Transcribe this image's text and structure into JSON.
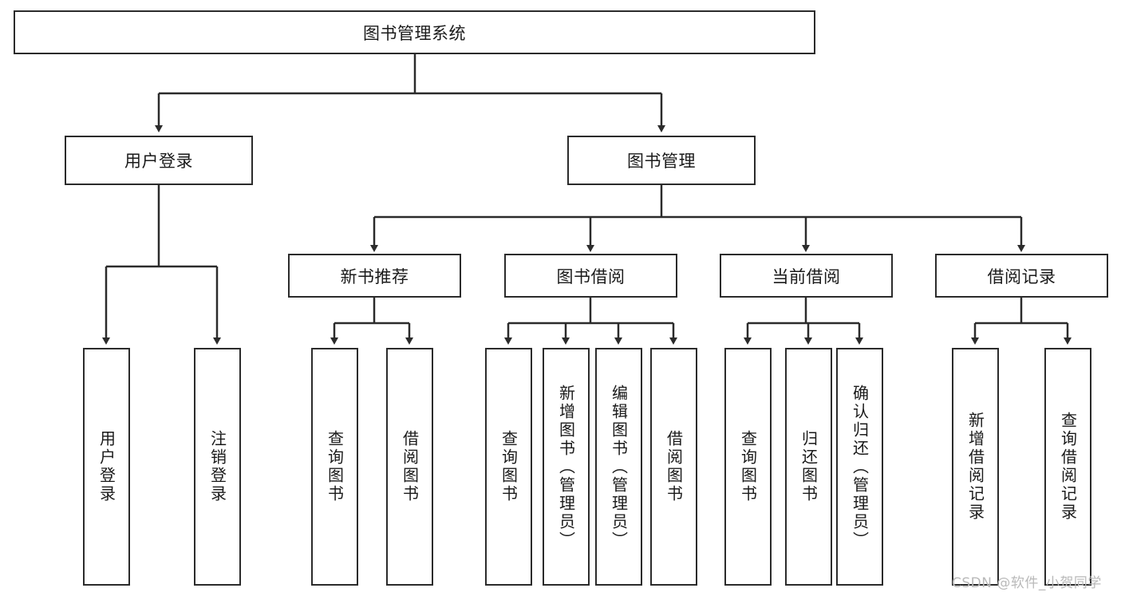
{
  "diagram": {
    "type": "tree",
    "title": "图书管理系统",
    "background_color": "#ffffff",
    "line_color": "#2b2b2b",
    "box_border_color": "#2b2b2b",
    "box_fill_color": "#ffffff",
    "text_color": "#1a1a1a",
    "root": {
      "label": "图书管理系统"
    },
    "level2": [
      {
        "label": "用户登录"
      },
      {
        "label": "图书管理"
      }
    ],
    "level3": [
      {
        "label": "新书推荐"
      },
      {
        "label": "图书借阅"
      },
      {
        "label": "当前借阅"
      },
      {
        "label": "借阅记录"
      }
    ],
    "leaves": [
      {
        "label": "用户登录",
        "parent": "用户登录"
      },
      {
        "label": "注销登录",
        "parent": "用户登录"
      },
      {
        "label": "查询图书",
        "parent": "新书推荐"
      },
      {
        "label": "借阅图书",
        "parent": "新书推荐"
      },
      {
        "label": "查询图书",
        "parent": "图书借阅"
      },
      {
        "label": "新增图书（管理员）",
        "parent": "图书借阅"
      },
      {
        "label": "编辑图书（管理员）",
        "parent": "图书借阅"
      },
      {
        "label": "借阅图书",
        "parent": "图书借阅"
      },
      {
        "label": "查询图书",
        "parent": "当前借阅"
      },
      {
        "label": "归还图书",
        "parent": "当前借阅"
      },
      {
        "label": "确认归还（管理员）",
        "parent": "当前借阅"
      },
      {
        "label": "新增借阅记录",
        "parent": "借阅记录"
      },
      {
        "label": "查询借阅记录",
        "parent": "借阅记录"
      }
    ]
  },
  "watermark": {
    "text": "CSDN @软件_小贺同学"
  }
}
